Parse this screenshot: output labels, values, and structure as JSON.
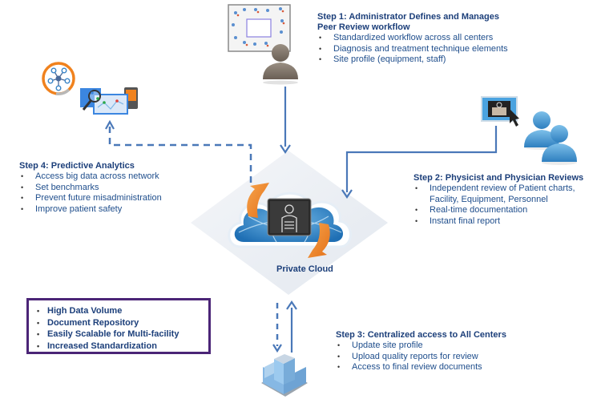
{
  "steps": {
    "step1": {
      "title_line1": "Step 1: Administrator Defines and Manages",
      "title_line2": "Peer Review workflow",
      "bullets": [
        "Standardized workflow across all centers",
        "Diagnosis and treatment technique elements",
        "Site profile (equipment, staff)"
      ]
    },
    "step2": {
      "title": "Step 2: Physicist and Physician Reviews",
      "bullets": [
        "Independent review of Patient charts,",
        "Facility, Equipment, Personnel",
        "Real-time documentation",
        "Instant final report"
      ]
    },
    "step3": {
      "title": "Step 3: Centralized access to All Centers",
      "bullets": [
        "Update site profile",
        "Upload quality reports for review",
        "Access to final review documents"
      ]
    },
    "step4": {
      "title": "Step 4: Predictive Analytics",
      "bullets": [
        "Access big data across network",
        "Set benchmarks",
        "Prevent future misadministration",
        "Improve patient safety"
      ]
    }
  },
  "center": {
    "label": "Private Cloud"
  },
  "features": [
    "High Data Volume",
    "Document Repository",
    "Easily Scalable for Multi-facility",
    "Increased Standardization"
  ],
  "icons": {
    "administrator": "administrator-person-icon",
    "workflow_board": "workflow-board-icon",
    "reviewers": "reviewers-group-icon",
    "monitor": "monitor-cursor-icon",
    "analytics": "analytics-dashboard-icon",
    "network": "network-hub-icon",
    "building": "facility-building-icon",
    "cloud": "private-cloud-icon"
  },
  "colors": {
    "title": "#1c3f7a",
    "text": "#1f4e8c",
    "connector": "#4a78b8",
    "accent_orange": "#f0821e",
    "feature_border": "#4b2577"
  }
}
